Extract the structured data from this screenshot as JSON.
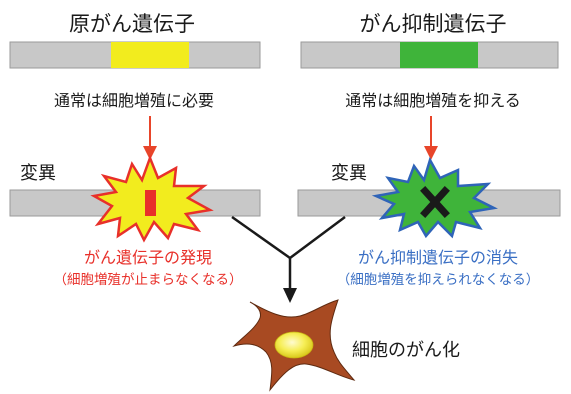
{
  "left": {
    "gene_title": "原がん遺伝子",
    "normal_role": "通常は細胞増殖に必要",
    "mutation_label": "変異",
    "result_title": "がん遺伝子の発現",
    "result_subtitle": "（細胞増殖が止まらなくなる）"
  },
  "right": {
    "gene_title": "がん抑制遺伝子",
    "normal_role": "通常は細胞増殖を抑える",
    "mutation_label": "変異",
    "result_title": "がん抑制遺伝子の消失",
    "result_subtitle": "（細胞増殖を抑えられなくなる）"
  },
  "outcome": {
    "label": "細胞のがん化"
  },
  "colors": {
    "gene_bar": "#c8c8c8",
    "proto_segment": "#f2ec1e",
    "suppressor_segment": "#3fb43a",
    "arrow_red": "#e8452a",
    "activation_text": "#e8302a",
    "loss_text": "#3a6fc4",
    "burst_red_outline": "#e8302a",
    "burst_blue_outline": "#2f64b8",
    "cell_fill": "#a84a22",
    "nucleus": "#f3e83a"
  }
}
